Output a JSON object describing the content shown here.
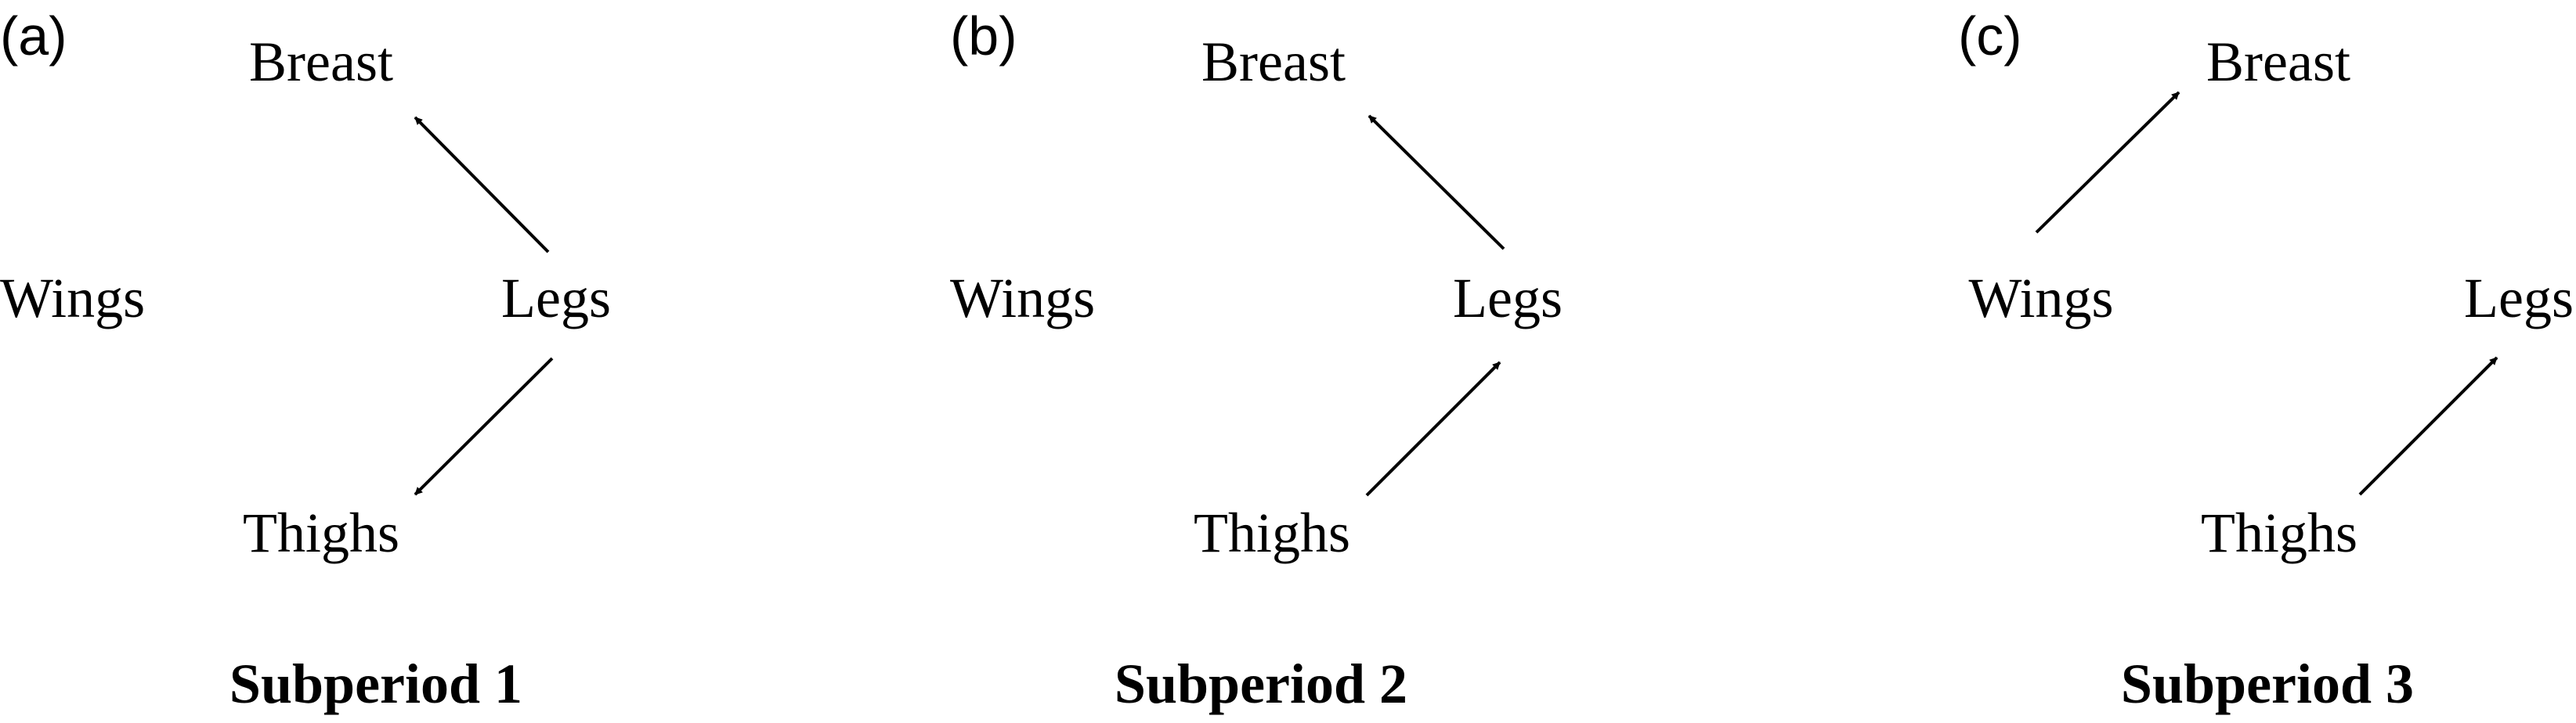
{
  "panels": [
    {
      "label": "(a)",
      "title": "Subperiod 1",
      "nodes": {
        "breast": "Breast",
        "wings": "Wings",
        "legs": "Legs",
        "thighs": "Thighs"
      },
      "edges": [
        {
          "from": "legs",
          "to": "breast"
        },
        {
          "from": "legs",
          "to": "thighs"
        }
      ]
    },
    {
      "label": "(b)",
      "title": "Subperiod 2",
      "nodes": {
        "breast": "Breast",
        "wings": "Wings",
        "legs": "Legs",
        "thighs": "Thighs"
      },
      "edges": [
        {
          "from": "legs",
          "to": "breast"
        },
        {
          "from": "thighs",
          "to": "legs"
        }
      ]
    },
    {
      "label": "(c)",
      "title": "Subperiod 3",
      "nodes": {
        "breast": "Breast",
        "wings": "Wings",
        "legs": "Legs",
        "thighs": "Thighs"
      },
      "edges": [
        {
          "from": "wings",
          "to": "breast"
        },
        {
          "from": "thighs",
          "to": "legs"
        }
      ]
    }
  ]
}
